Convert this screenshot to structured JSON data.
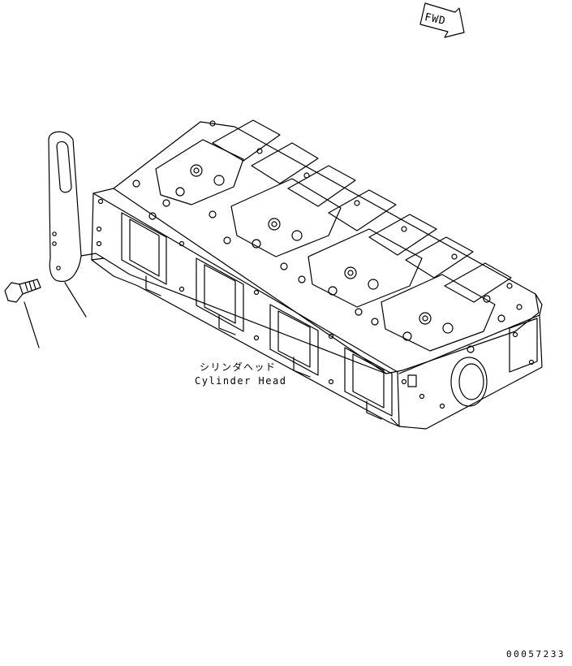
{
  "fwd_indicator": {
    "text": "FWD",
    "icon": "forward-arrow-icon"
  },
  "labels": {
    "part_name_jp": "シリンダヘッド",
    "part_name_en": "Cylinder Head"
  },
  "drawing_number": "00057233",
  "colors": {
    "line": "#000000",
    "background": "#ffffff"
  }
}
